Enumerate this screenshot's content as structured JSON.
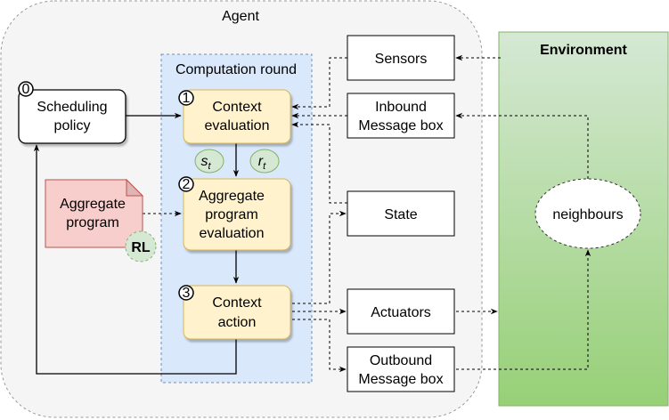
{
  "agent": {
    "title": "Agent"
  },
  "computation_round": {
    "title": "Computation round"
  },
  "scheduling_policy": {
    "badge": "0",
    "lines": [
      "Scheduling",
      "policy"
    ]
  },
  "steps": [
    {
      "badge": "1",
      "lines": [
        "Context",
        "evaluation"
      ]
    },
    {
      "badge": "2",
      "lines": [
        "Aggregate",
        "program",
        "evaluation"
      ]
    },
    {
      "badge": "3",
      "lines": [
        "Context",
        "action"
      ]
    }
  ],
  "signals": {
    "state_symbol": "s",
    "state_sub": "t",
    "reward_symbol": "r",
    "reward_sub": "t"
  },
  "aggregate_program": {
    "lines": [
      "Aggregate",
      "program"
    ],
    "badge": "RL"
  },
  "components": {
    "sensors": {
      "lines": [
        "Sensors"
      ]
    },
    "inbound": {
      "lines": [
        "Inbound",
        "Message box"
      ]
    },
    "state": {
      "lines": [
        "State"
      ]
    },
    "actuators": {
      "lines": [
        "Actuators"
      ]
    },
    "outbound": {
      "lines": [
        "Outbound",
        "Message box"
      ]
    }
  },
  "environment": {
    "title": "Environment",
    "neighbours": "neighbours"
  },
  "colors": {
    "agent_fill": "#f5f5f5",
    "round_fill": "#dae8fc",
    "round_stroke": "#6c8ebf",
    "step_fill": "#fff2cc",
    "step_stroke": "#d6b656",
    "program_fill": "#f8cecc",
    "program_stroke": "#b85450",
    "signal_fill": "#d5e8d4",
    "signal_stroke": "#82b366",
    "env_top": "#d5e8d4",
    "env_bottom": "#97d077",
    "env_stroke": "#82b366"
  }
}
